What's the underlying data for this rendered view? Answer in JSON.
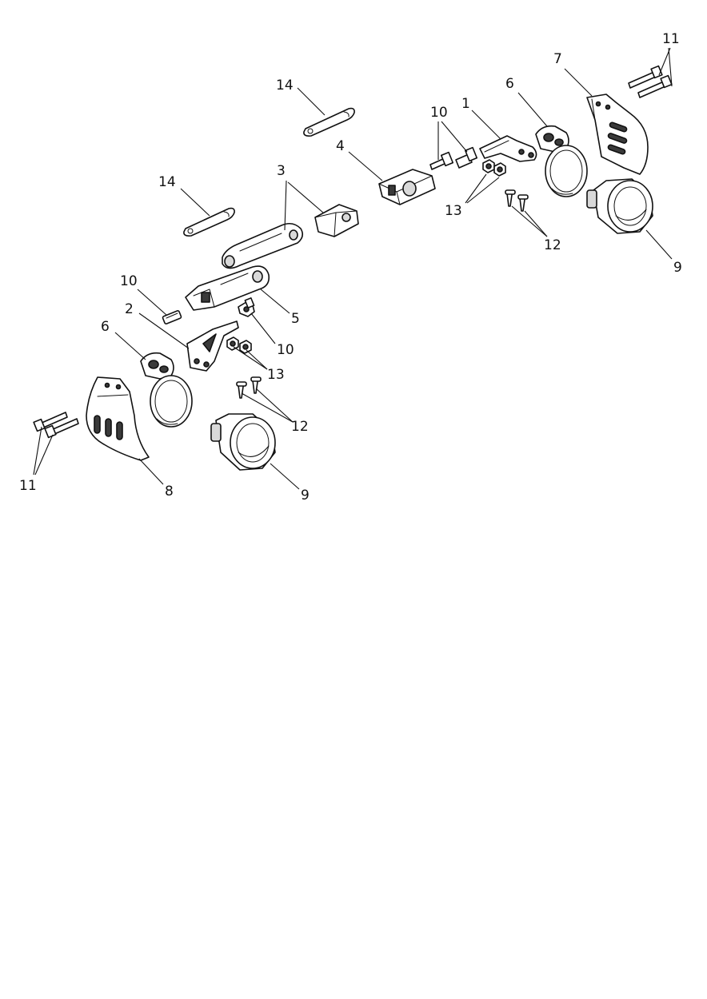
{
  "diagram": {
    "callouts": {
      "c1": "1",
      "c2": "2",
      "c3": "3",
      "c4": "4",
      "c5": "5",
      "c6a": "6",
      "c6b": "6",
      "c7": "7",
      "c8": "8",
      "c9a": "9",
      "c9b": "9",
      "c10a": "10",
      "c10b": "10",
      "c10c": "10",
      "c11a": "11",
      "c11b": "11",
      "c12a": "12",
      "c12b": "12",
      "c13a": "13",
      "c13b": "13",
      "c14a": "14",
      "c14b": "14"
    }
  }
}
